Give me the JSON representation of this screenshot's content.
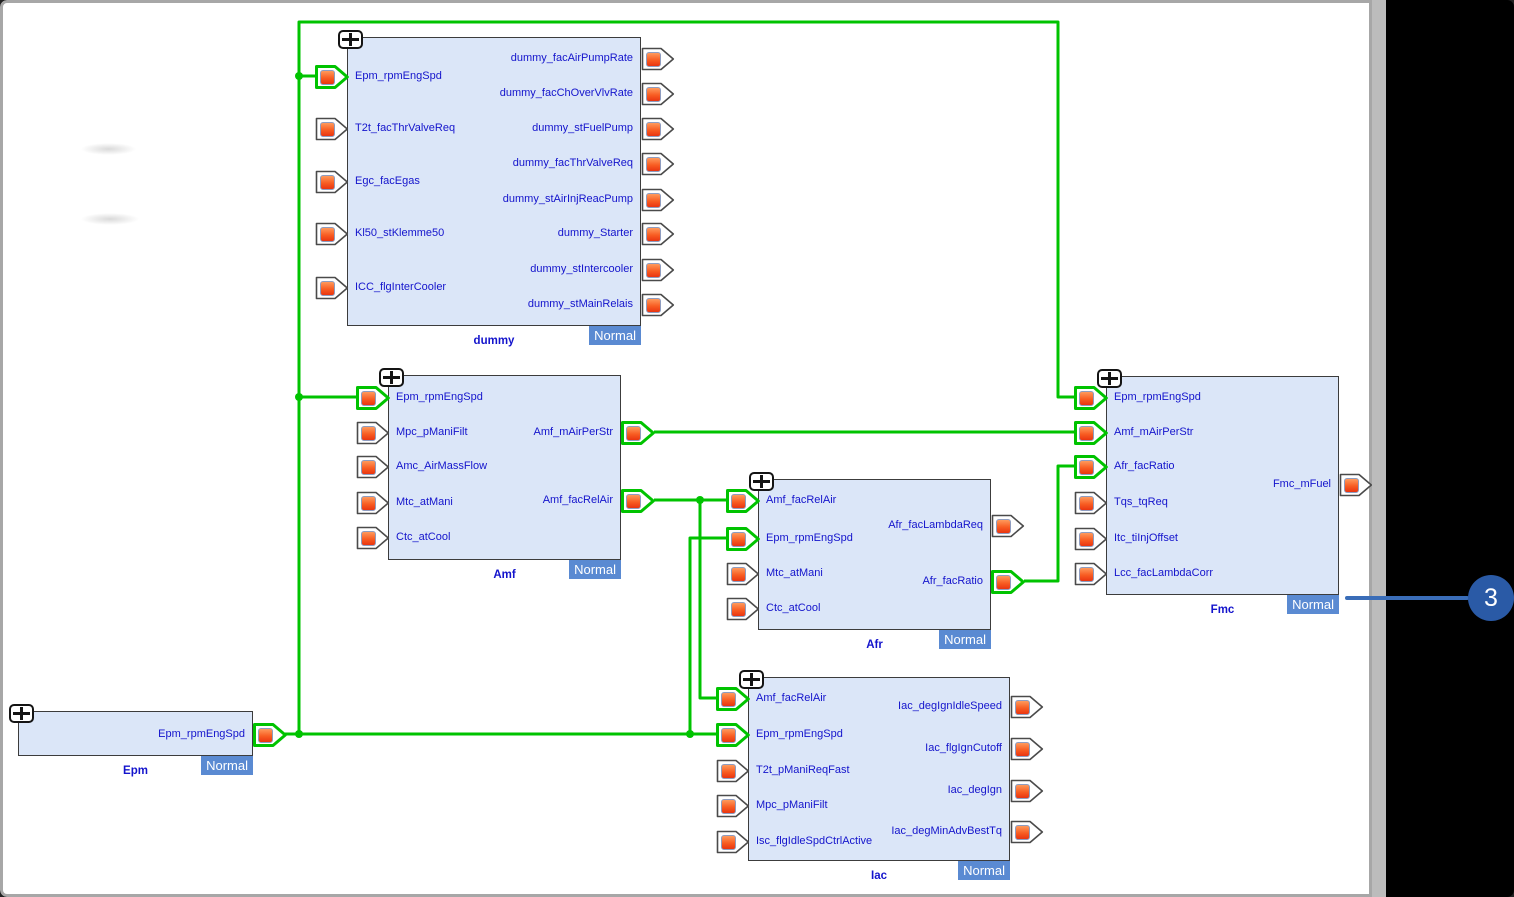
{
  "callout": {
    "number": "3"
  },
  "colors": {
    "wire": "#00c300",
    "block_fill": "#dbe6f8",
    "block_border": "#3c3c3c",
    "label_blue": "#1414cc",
    "badge_bg": "#5a8ad2",
    "badge_text": "#ffffff",
    "callout_blue": "#2a5aa6",
    "port_orange_top": "#ff9a5c",
    "port_orange_bottom": "#e93510"
  },
  "blocks": [
    {
      "id": "dummy",
      "label": "dummy",
      "badge": "Normal",
      "inputs": [
        {
          "name": "Epm_rpmEngSpd",
          "connected": true
        },
        {
          "name": "T2t_facThrValveReq",
          "connected": false
        },
        {
          "name": "Egc_facEgas",
          "connected": false
        },
        {
          "name": "Kl50_stKlemme50",
          "connected": false
        },
        {
          "name": "ICC_flgInterCooler",
          "connected": false
        }
      ],
      "outputs": [
        {
          "name": "dummy_facAirPumpRate",
          "connected": false
        },
        {
          "name": "dummy_facChOverVlvRate",
          "connected": false
        },
        {
          "name": "dummy_stFuelPump",
          "connected": false
        },
        {
          "name": "dummy_facThrValveReq",
          "connected": false
        },
        {
          "name": "dummy_stAirInjReacPump",
          "connected": false
        },
        {
          "name": "dummy_Starter",
          "connected": false
        },
        {
          "name": "dummy_stIntercooler",
          "connected": false
        },
        {
          "name": "dummy_stMainRelais",
          "connected": false
        }
      ]
    },
    {
      "id": "Amf",
      "label": "Amf",
      "badge": "Normal",
      "inputs": [
        {
          "name": "Epm_rpmEngSpd",
          "connected": true
        },
        {
          "name": "Mpc_pManiFilt",
          "connected": false
        },
        {
          "name": "Amc_AirMassFlow",
          "connected": false
        },
        {
          "name": "Mtc_atMani",
          "connected": false
        },
        {
          "name": "Ctc_atCool",
          "connected": false
        }
      ],
      "outputs": [
        {
          "name": "Amf_mAirPerStr",
          "connected": true
        },
        {
          "name": "Amf_facRelAir",
          "connected": true
        }
      ]
    },
    {
      "id": "Afr",
      "label": "Afr",
      "badge": "Normal",
      "inputs": [
        {
          "name": "Amf_facRelAir",
          "connected": true
        },
        {
          "name": "Epm_rpmEngSpd",
          "connected": true
        },
        {
          "name": "Mtc_atMani",
          "connected": false
        },
        {
          "name": "Ctc_atCool",
          "connected": false
        }
      ],
      "outputs": [
        {
          "name": "Afr_facLambdaReq",
          "connected": false
        },
        {
          "name": "Afr_facRatio",
          "connected": true
        }
      ]
    },
    {
      "id": "Iac",
      "label": "Iac",
      "badge": "Normal",
      "inputs": [
        {
          "name": "Amf_facRelAir",
          "connected": true
        },
        {
          "name": "Epm_rpmEngSpd",
          "connected": true
        },
        {
          "name": "T2t_pManiReqFast",
          "connected": false
        },
        {
          "name": "Mpc_pManiFilt",
          "connected": false
        },
        {
          "name": "Isc_flgIdleSpdCtrlActive",
          "connected": false
        }
      ],
      "outputs": [
        {
          "name": "Iac_degIgnIdleSpeed",
          "connected": false
        },
        {
          "name": "Iac_flgIgnCutoff",
          "connected": false
        },
        {
          "name": "Iac_degIgn",
          "connected": false
        },
        {
          "name": "Iac_degMinAdvBestTq",
          "connected": false
        }
      ]
    },
    {
      "id": "Fmc",
      "label": "Fmc",
      "badge": "Normal",
      "inputs": [
        {
          "name": "Epm_rpmEngSpd",
          "connected": true
        },
        {
          "name": "Amf_mAirPerStr",
          "connected": true
        },
        {
          "name": "Afr_facRatio",
          "connected": true
        },
        {
          "name": "Tqs_tqReq",
          "connected": false
        },
        {
          "name": "Itc_tiInjOffset",
          "connected": false
        },
        {
          "name": "Lcc_facLambdaCorr",
          "connected": false
        }
      ],
      "outputs": [
        {
          "name": "Fmc_mFuel",
          "connected": false
        }
      ]
    },
    {
      "id": "Epm",
      "label": "Epm",
      "badge": "Normal",
      "inputs": [],
      "outputs": [
        {
          "name": "Epm_rpmEngSpd",
          "connected": true
        }
      ]
    }
  ],
  "nets": [
    "Epm_rpmEngSpd",
    "Amf_mAirPerStr",
    "Amf_facRelAir",
    "Afr_facRatio"
  ]
}
